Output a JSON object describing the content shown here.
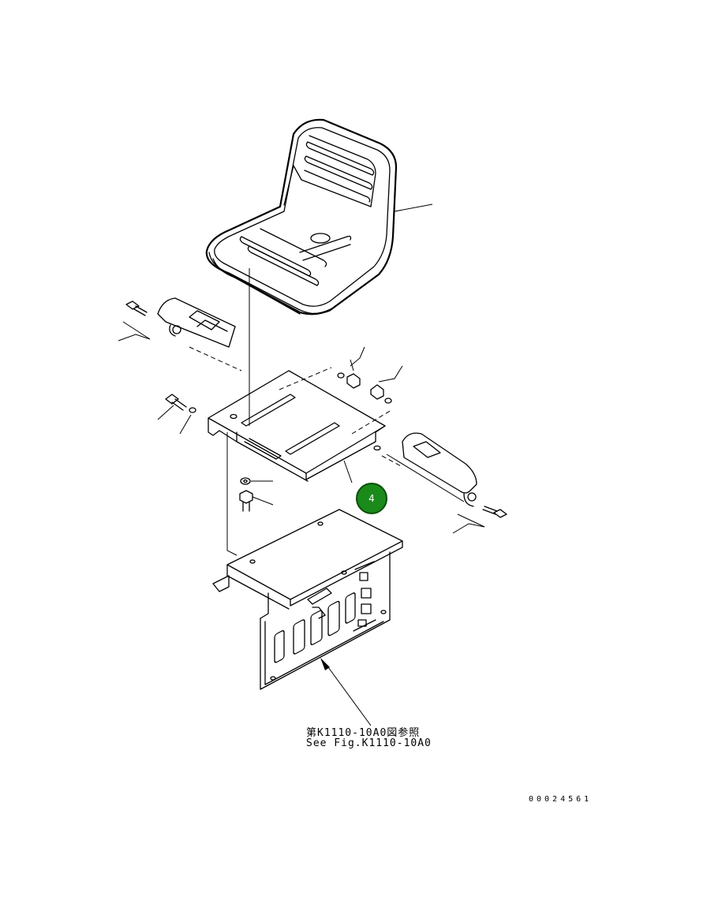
{
  "diagram": {
    "callout": {
      "label": "4"
    },
    "reference": {
      "japanese": "第K1110-10A0図参照",
      "english": "See Fig.K1110-10A0"
    },
    "document_number": "00024561"
  }
}
